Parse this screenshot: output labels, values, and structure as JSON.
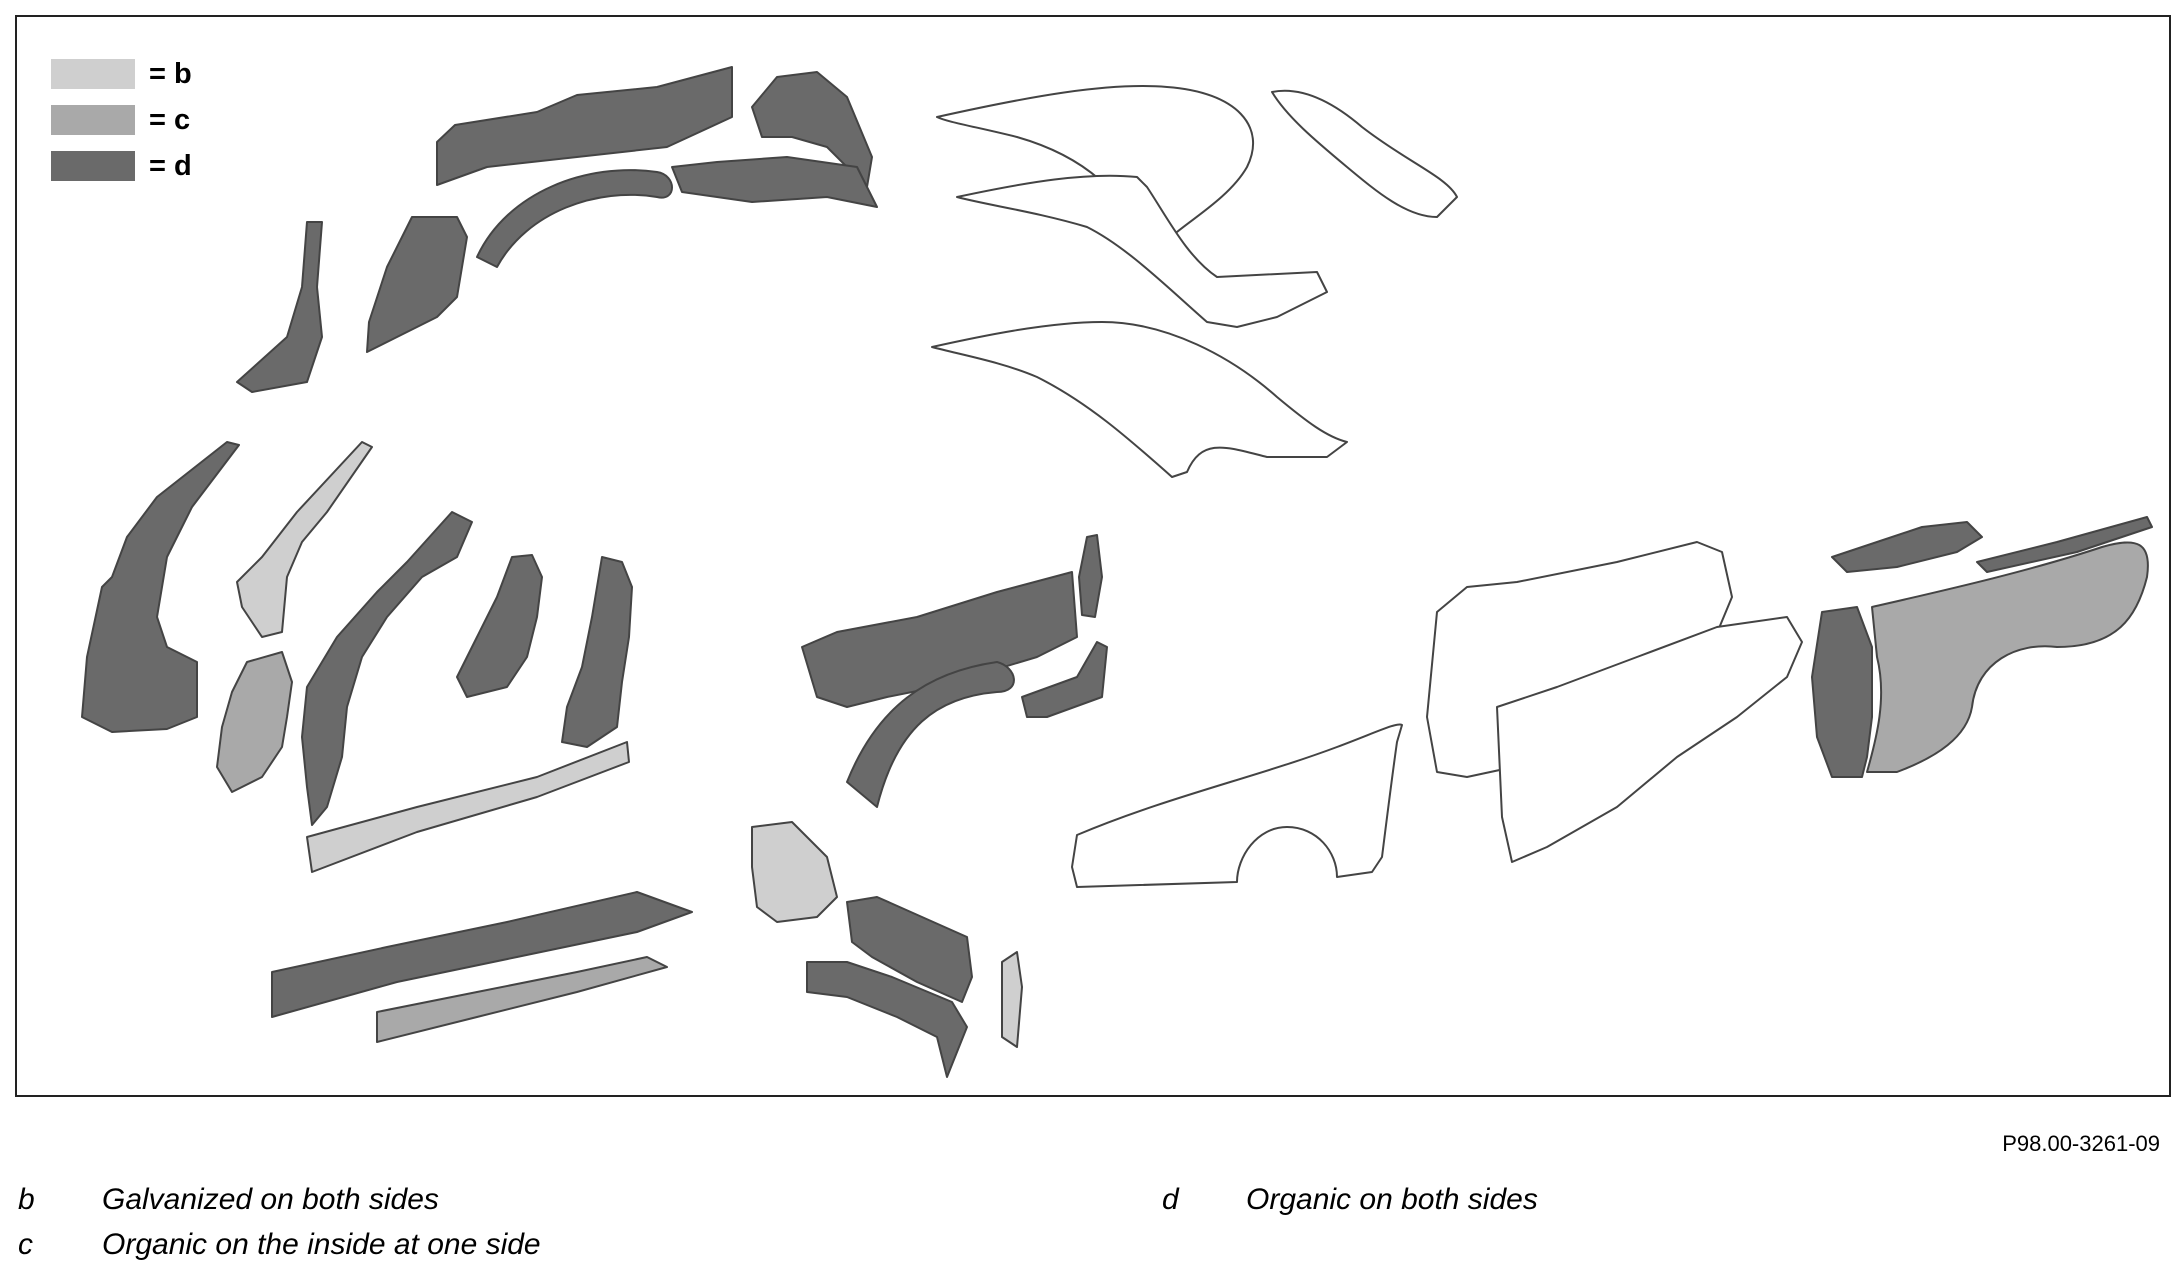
{
  "legend": {
    "items": [
      {
        "label": "= b",
        "color": "#cfcfcf"
      },
      {
        "label": "= c",
        "color": "#a9a9a9"
      },
      {
        "label": "= d",
        "color": "#6a6a6a"
      }
    ]
  },
  "figure_id": "P98.00-3261-09",
  "key": [
    {
      "letter": "b",
      "text": "Galvanized on both sides"
    },
    {
      "letter": "c",
      "text": "Organic on the inside at one side"
    },
    {
      "letter": "d",
      "text": "Organic on both sides"
    }
  ],
  "colors": {
    "unmarked": "#ffffff",
    "outline": "#444444"
  }
}
